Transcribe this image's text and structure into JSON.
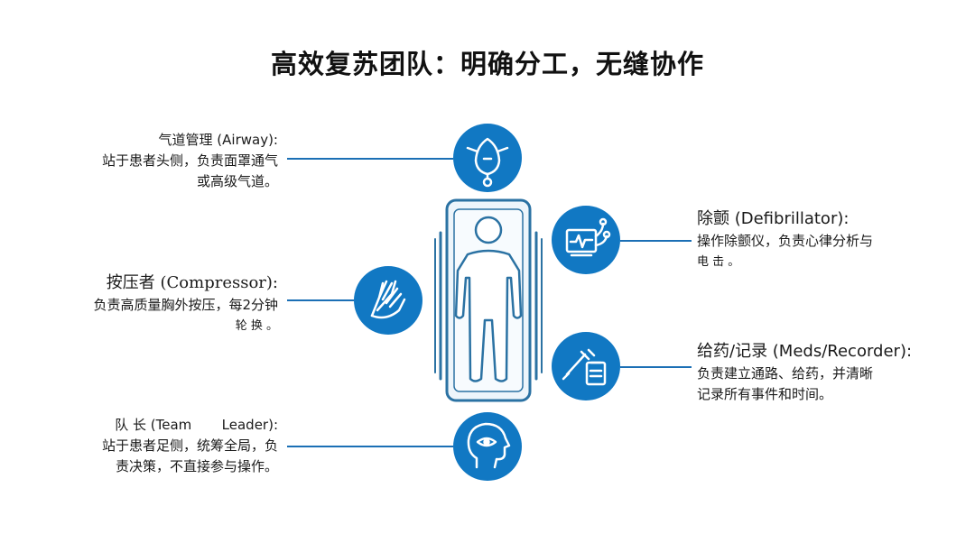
{
  "title": "高效复苏团队：明确分工，无缝协作",
  "colors": {
    "accent": "#1178c3",
    "bed": "#2b72a3",
    "connector": "#1b6fb5"
  },
  "roles": [
    {
      "id": "airway",
      "icon": "oxygen-mask-icon",
      "head": "气道管理 (Airway):",
      "lines": [
        "站于患者头侧，负责面罩通气",
        "或高级气道。"
      ]
    },
    {
      "id": "compressor",
      "icon": "cpr-hands-icon",
      "head": "按压者 (Compressor):",
      "lines": [
        "负责高质量胸外按压，每2分钟",
        "轮 换 。"
      ]
    },
    {
      "id": "leader",
      "icon": "head-eye-icon",
      "head": "队 长 (Team       Leader):",
      "lines": [
        "站于患者足侧，统筹全局，负",
        "责决策，不直接参与操作。"
      ]
    },
    {
      "id": "defib",
      "icon": "defibrillator-icon",
      "head": "除颤 (Defibrillator):",
      "lines": [
        "操作除颤仪，负责心律分析与",
        "电 击 。"
      ]
    },
    {
      "id": "meds",
      "icon": "syringe-clipboard-icon",
      "head": "给药/记录 (Meds/Recorder):",
      "lines": [
        "负责建立通路、给药，并清晰",
        "记录所有事件和时间。"
      ]
    }
  ]
}
